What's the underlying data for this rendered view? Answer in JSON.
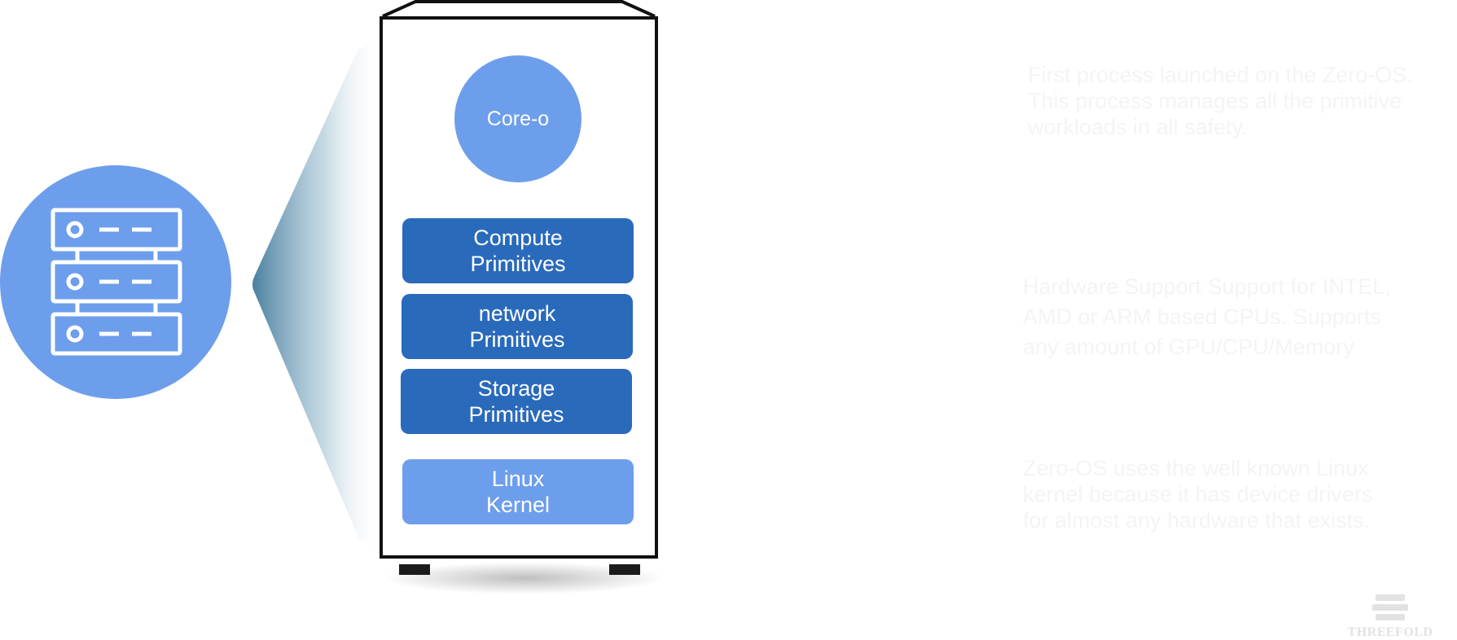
{
  "diagram": {
    "core": {
      "label": "Core-o"
    },
    "blocks": [
      {
        "line1": "Compute",
        "line2": "Primitives"
      },
      {
        "line1": "network",
        "line2": "Primitives"
      },
      {
        "line1": "Storage",
        "line2": "Primitives"
      },
      {
        "line1": "Linux",
        "line2": "Kernel"
      }
    ],
    "descriptions": [
      {
        "line1": "First process launched on the Zero-OS.",
        "line2": "This process manages all the primitive",
        "line3": "workloads in all safety."
      },
      {
        "line1": "Hardware Support Support for INTEL,",
        "line2": "AMD or ARM based CPUs. Supports",
        "line3": "any amount of GPU/CPU/Memory"
      },
      {
        "line1": "Zero-OS uses the well known Linux",
        "line2": "kernel because it has device drivers",
        "line3": "for almost any hardware that exists."
      }
    ],
    "logo": {
      "text": "THREEFOLD"
    },
    "colors": {
      "light_blue": "#6d9eeb",
      "dark_blue": "#2a6abb",
      "beam": "#4a7f9e",
      "faded_text": "#f4f4f4"
    },
    "icons": {
      "server": "server-rack-icon",
      "logo": "threefold-logo-icon"
    }
  }
}
